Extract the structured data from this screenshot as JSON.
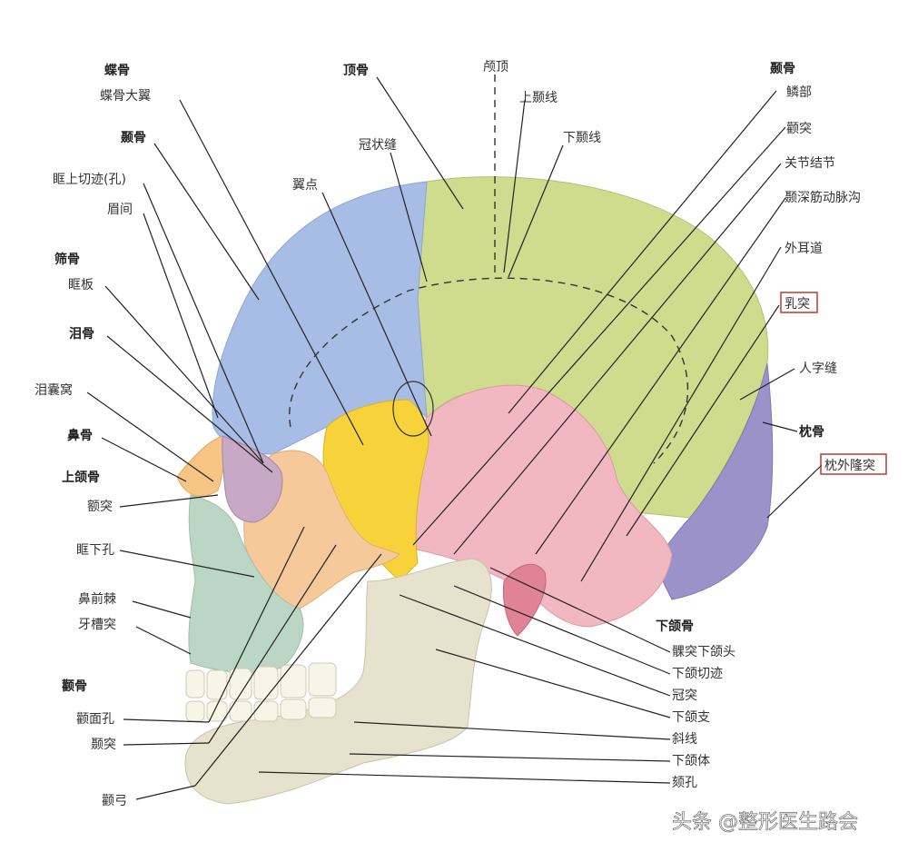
{
  "labels": {
    "sphenoid": "蝶骨",
    "greater_wing": "蝶骨大翼",
    "temporal_bone_left": "颞骨",
    "supraorbital_notch": "眶上切迹(孔)",
    "glabella": "眉间",
    "ethmoid": "筛骨",
    "orbital_plate": "眶板",
    "lacrimal": "泪骨",
    "lacrimal_fossa": "泪囊窝",
    "nasal": "鼻骨",
    "maxilla": "上颌骨",
    "frontal_process": "额突",
    "infraorbital_foramen": "眶下孔",
    "nasal_spine": "鼻前棘",
    "alveolar_process": "牙槽突",
    "zygomatic": "颧骨",
    "zygomaticofacial_foramen": "颧面孔",
    "temporal_process": "颞突",
    "zygomatic_arch": "颧弓",
    "parietal": "顶骨",
    "vertex": "颅顶",
    "superior_temporal_line": "上颞线",
    "inferior_temporal_line": "下颞线",
    "coronal_suture": "冠状缝",
    "pterion": "翼点",
    "temporal_right": "颞骨",
    "squamous_part": "鳞部",
    "zygomatic_process": "颧突",
    "articular_tubercle": "关节结节",
    "tympanic": "颞深筋动脉沟",
    "external_acoustic_meatus": "外耳道",
    "mastoid_process": "乳突",
    "lambdoid_suture": "人字缝",
    "occipital": "枕骨",
    "external_occipital_protuberance": "枕外隆突",
    "mandible": "下颌骨",
    "condylar_process": "髁突下颌头",
    "mandibular_notch": "下颌切迹",
    "coronoid_process": "冠突",
    "ramus": "下颌支",
    "oblique_line": "斜线",
    "body": "下颌体",
    "mental_foramen": "颏孔"
  },
  "watermark": "头条 @整形医生路会",
  "colors": {
    "frontal": "#a8bde6",
    "parietal": "#cfdc8e",
    "occipital": "#9a92c8",
    "temporal": "#f1b8c2",
    "sphenoid": "#f7d23a",
    "zygomatic": "#f5c99a",
    "maxilla": "#bcd6c6",
    "mandible": "#e6e2cd",
    "nasal": "#f6c483",
    "lacrimal": "#c7a8c5",
    "highlight_box": "#c0392b"
  }
}
